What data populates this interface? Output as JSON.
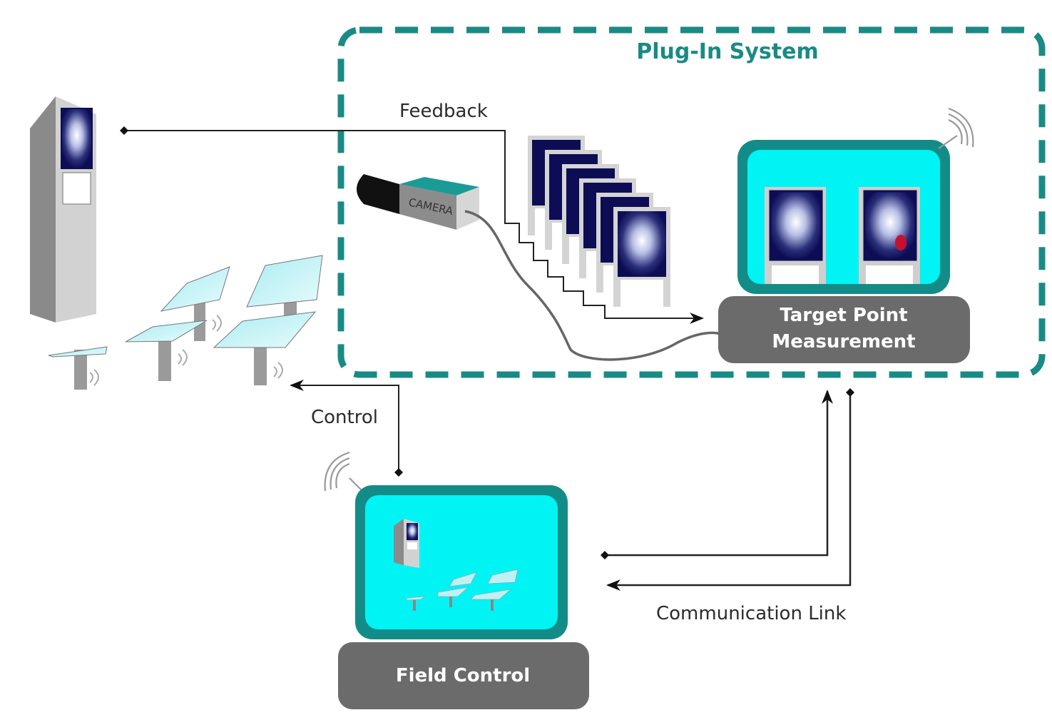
{
  "diagram": {
    "plug_in_system": {
      "title": "Plug-In System",
      "color": "#1a8a86"
    },
    "labels": {
      "feedback": "Feedback",
      "camera": "CAMERA",
      "control": "Control",
      "communication_link": "Communication Link"
    },
    "boxes": {
      "target_point": {
        "line1": "Target Point",
        "line2": "Measurement"
      },
      "field_control": {
        "label": "Field Control"
      }
    },
    "colors": {
      "screen_fill": "#00f4f4",
      "screen_frame": "#138c88",
      "base_fill": "#6b6b6b",
      "monitor_dark": "#0d0d55",
      "heliostat_glass": "#bff1f4",
      "tower_gray": "#c8c8c8",
      "hotspot_red": "#c8102e"
    }
  }
}
